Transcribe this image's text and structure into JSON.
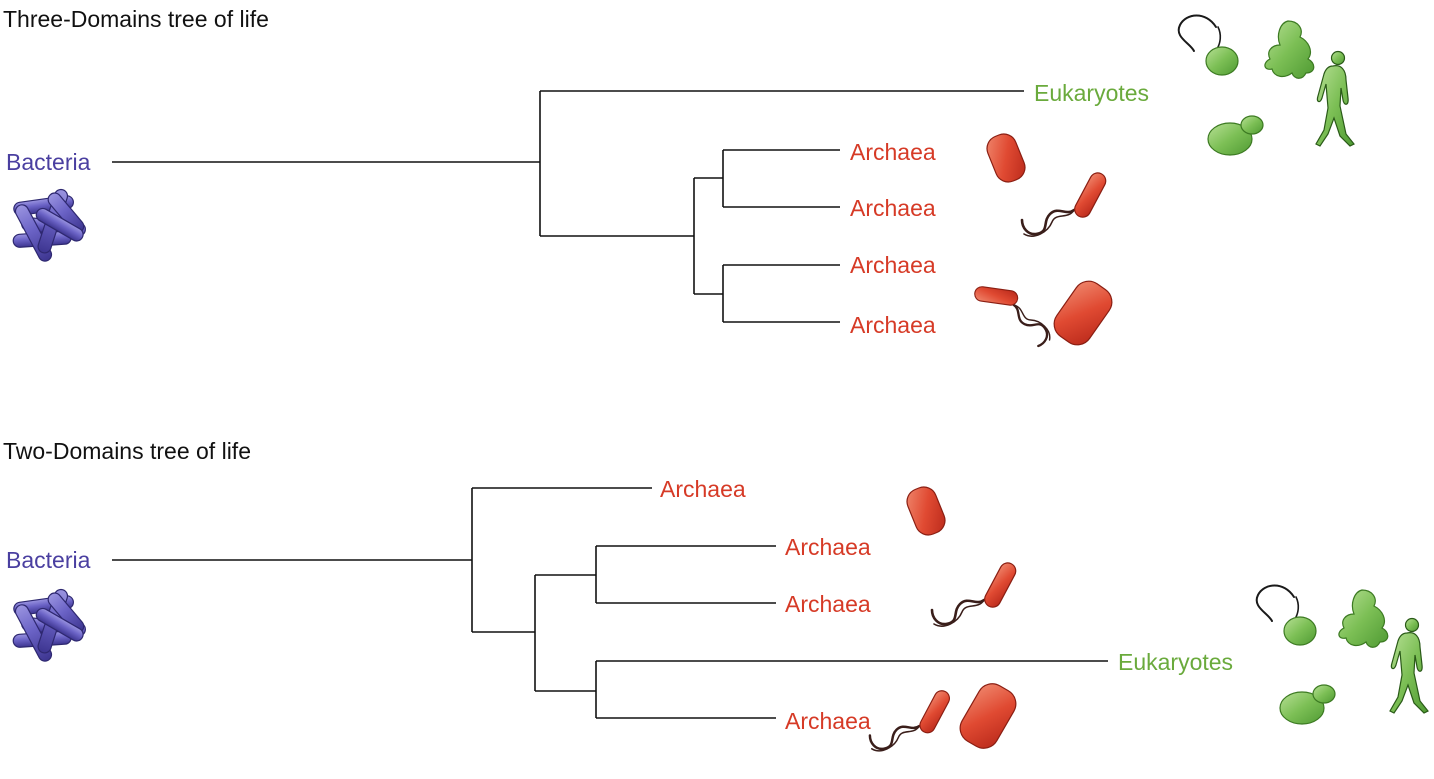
{
  "colors": {
    "bacteria": "#4a3fa0",
    "archaea": "#d63a26",
    "eukaryotes": "#6aaa3c",
    "branch": "#111111",
    "bacteria_fill": "#6b63c6",
    "archaea_fill": "#e04a32",
    "eukaryote_fill": "#7cbf55"
  },
  "icons": {
    "bacteria": "rod-bacteria-cluster-icon",
    "archaea_capsule": "capsule-archaeon-icon",
    "archaea_flagellate": "flagellated-archaeon-icon",
    "eukaryote_protist": "flagellate-protist-icon",
    "eukaryote_amoeba": "amoeba-icon",
    "eukaryote_yeast": "budding-yeast-icon",
    "eukaryote_human": "walking-human-icon"
  },
  "three_domains": {
    "title": "Three-Domains tree of life",
    "labels": {
      "bacteria": "Bacteria",
      "eukaryotes": "Eukaryotes",
      "archaea": [
        "Archaea",
        "Archaea",
        "Archaea",
        "Archaea"
      ]
    }
  },
  "two_domains": {
    "title": "Two-Domains tree of life",
    "labels": {
      "bacteria": "Bacteria",
      "eukaryotes": "Eukaryotes",
      "archaea": [
        "Archaea",
        "Archaea",
        "Archaea",
        "Archaea"
      ]
    }
  }
}
